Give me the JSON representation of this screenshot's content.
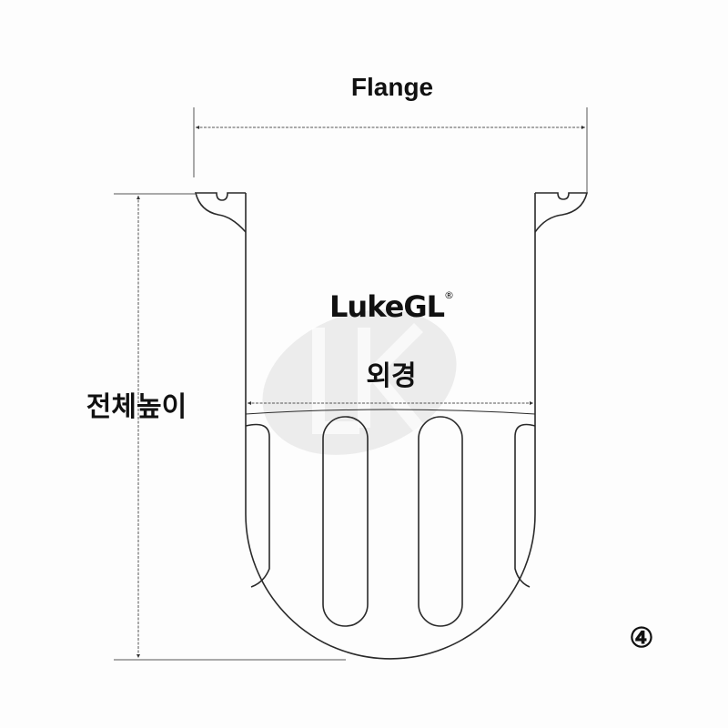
{
  "labels": {
    "flange": "Flange",
    "total_height": "전체높이",
    "outer_diameter": "외경",
    "figure_number": "④"
  },
  "logo": {
    "text": "LukeGL",
    "registered": "®",
    "watermark": "LK"
  },
  "colors": {
    "line": "#2a2a2a",
    "watermark": "#e6e6e6",
    "text": "#111111"
  }
}
